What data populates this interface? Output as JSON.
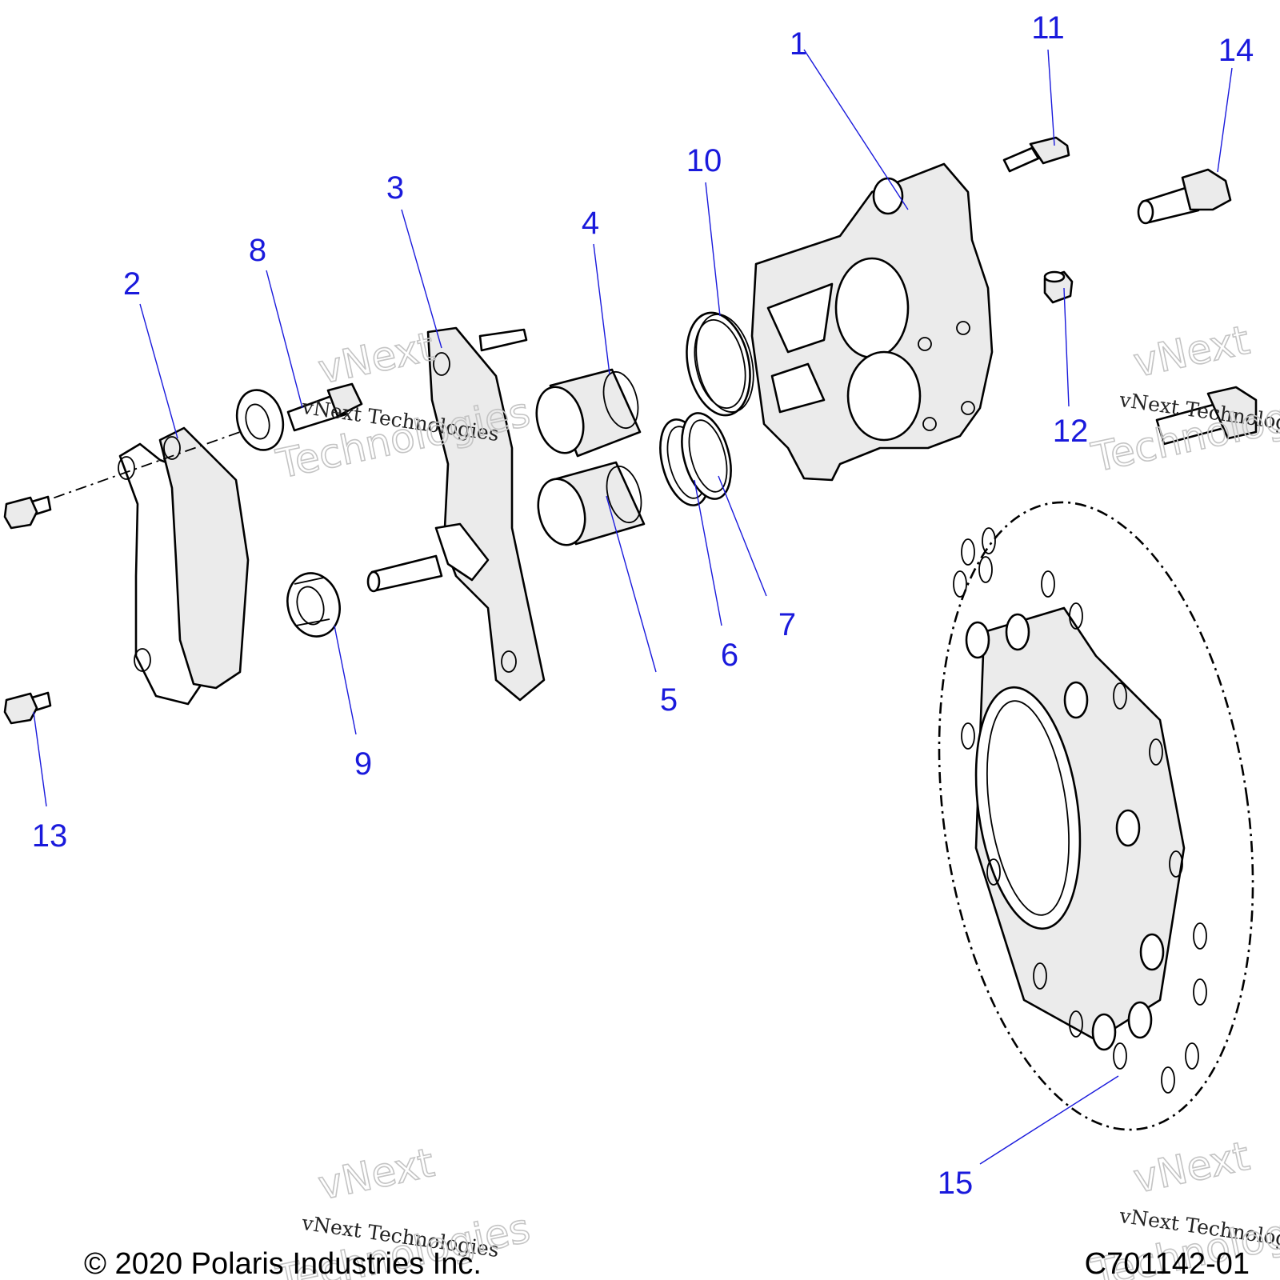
{
  "callouts": [
    {
      "id": "1",
      "label": "1"
    },
    {
      "id": "2",
      "label": "2"
    },
    {
      "id": "3",
      "label": "3"
    },
    {
      "id": "4",
      "label": "4"
    },
    {
      "id": "5",
      "label": "5"
    },
    {
      "id": "6",
      "label": "6"
    },
    {
      "id": "7",
      "label": "7"
    },
    {
      "id": "8",
      "label": "8"
    },
    {
      "id": "9",
      "label": "9"
    },
    {
      "id": "10",
      "label": "10"
    },
    {
      "id": "11",
      "label": "11"
    },
    {
      "id": "12",
      "label": "12"
    },
    {
      "id": "13",
      "label": "13"
    },
    {
      "id": "14",
      "label": "14"
    },
    {
      "id": "15",
      "label": "15"
    }
  ],
  "watermark": {
    "line1": "vNext",
    "line2": "vNext Technologies",
    "line3": "Technologies"
  },
  "footer": {
    "copyright": "© 2020 Polaris Industries Inc.",
    "figure_code": "C701142-01"
  },
  "colors": {
    "callout": "#1a1adc",
    "line": "#000000",
    "shade": "#ebebeb"
  }
}
